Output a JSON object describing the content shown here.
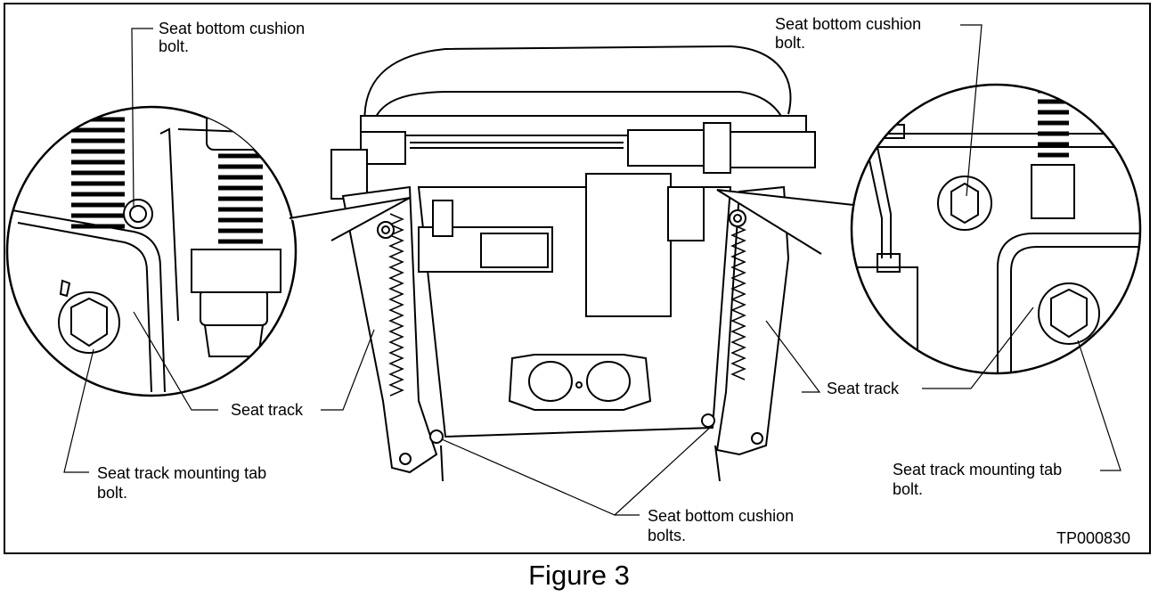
{
  "figure": {
    "caption": "Figure 3",
    "code": "TP000830"
  },
  "callouts": {
    "left_top_line1": "Seat bottom cushion",
    "left_top_line2": "bolt.",
    "right_top_line1": "Seat bottom cushion",
    "right_top_line2": "bolt.",
    "left_track": "Seat track",
    "right_track": "Seat track",
    "left_tab_line1": "Seat track mounting tab",
    "left_tab_line2": "bolt.",
    "right_tab_line1": "Seat track mounting tab",
    "right_tab_line2": "bolt.",
    "bottom_line1": "Seat bottom cushion",
    "bottom_line2": "bolts."
  }
}
